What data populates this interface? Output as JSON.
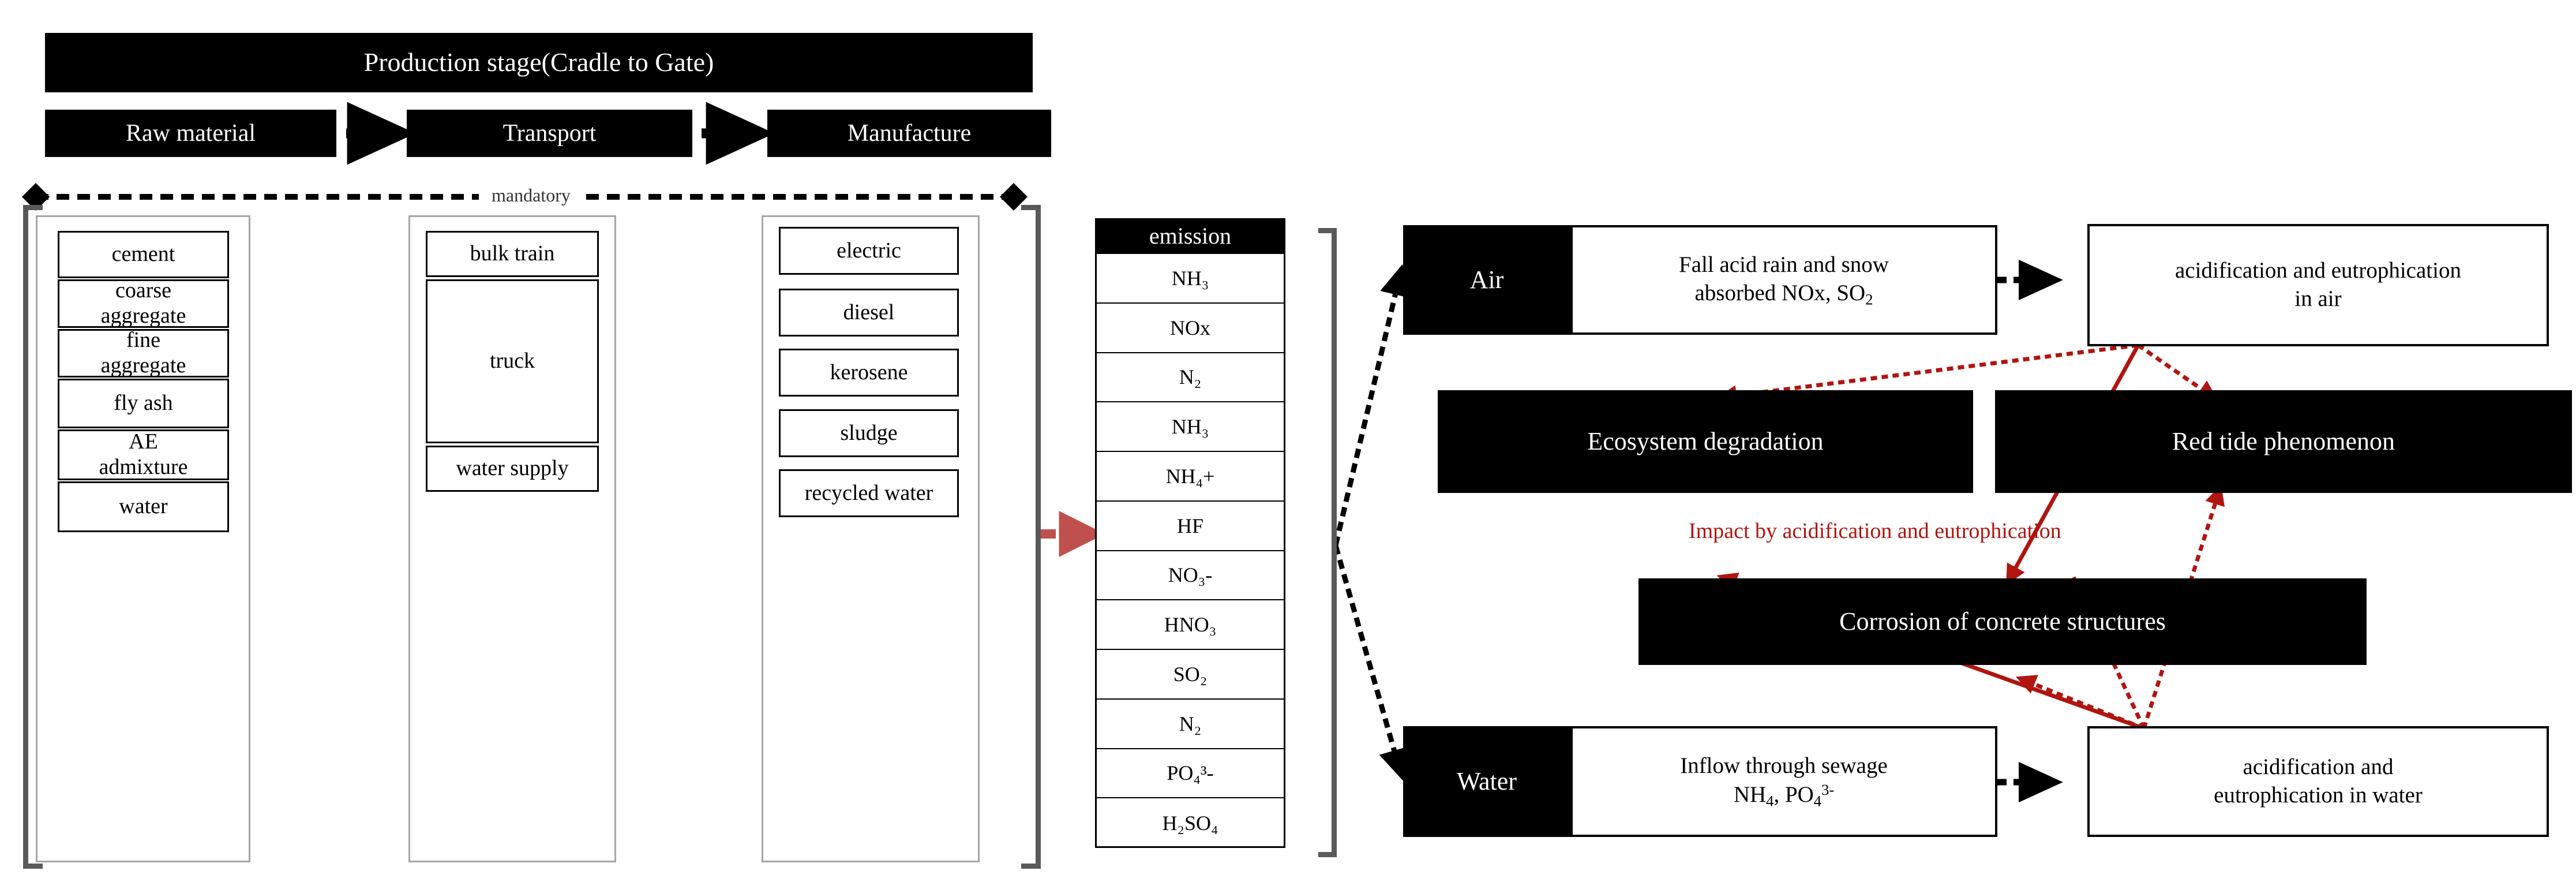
{
  "diagram": {
    "title": "Production stage(Cradle to Gate)",
    "mandatory_label": "mandatory",
    "accent_red": "#b01510",
    "arrow_red": "#c0504d",
    "black": "#000000",
    "gray_frame": "#a6a6a6"
  },
  "stages": [
    {
      "name": "Raw material",
      "items": [
        "cement",
        "coarse\naggregate",
        "fine\naggregate",
        "fly ash",
        "AE\nadmixture",
        "water"
      ]
    },
    {
      "name": "Transport",
      "items": [
        "bulk train",
        "truck",
        "water supply"
      ]
    },
    {
      "name": "Manufacture",
      "items": [
        "electric",
        "diesel",
        "kerosene",
        "sludge",
        "recycled water"
      ]
    }
  ],
  "stage_labels": {
    "raw_material": "Raw material",
    "transport": "Transport",
    "manufacture": "Manufacture"
  },
  "raw_items": {
    "i0": "cement",
    "i1a": "coarse",
    "i1b": "aggregate",
    "i2a": "fine",
    "i2b": "aggregate",
    "i3": "fly ash",
    "i4a": "AE",
    "i4b": "admixture",
    "i5": "water"
  },
  "transport_items": {
    "i0": "bulk train",
    "i1": "truck",
    "i2": "water supply"
  },
  "manufacture_items": {
    "i0": "electric",
    "i1": "diesel",
    "i2": "kerosene",
    "i3": "sludge",
    "i4": "recycled water"
  },
  "emission": {
    "header": "emission",
    "rows": [
      "NH3",
      "NOx",
      "N2",
      "NH3",
      "NH4+",
      "HF",
      "NO3-",
      "HNO3",
      "SO2",
      "N2",
      "PO43-",
      "H2SO4"
    ],
    "rows_display": {
      "r0": "NH₃",
      "r1": "NOx",
      "r2": "N₂",
      "r3": "NH₃",
      "r4": "NH₄+",
      "r5": "HF",
      "r6": "NO₃-",
      "r7": "HNO₃",
      "r8": "SO₂",
      "r9": "N₂",
      "r10": "PO₄³-",
      "r11": "H₂SO₄"
    }
  },
  "impact": {
    "air_label": "Air",
    "water_label": "Water",
    "air_effect_line1": "Fall acid rain and snow",
    "air_effect_line2": "absorbed NOx, SO2",
    "air_result_line1": "acidification and eutrophication",
    "air_result_line2": "in air",
    "water_effect_line1": "Inflow through sewage",
    "water_effect_line2": "NH4, PO43-",
    "water_result_line1": "acidification and",
    "water_result_line2": "eutrophication in water",
    "ecosystem": "Ecosystem degradation",
    "red_tide": "Red tide phenomenon",
    "corrosion": "Corrosion of concrete structures",
    "impact_note": "Impact by acidification and eutrophication"
  }
}
